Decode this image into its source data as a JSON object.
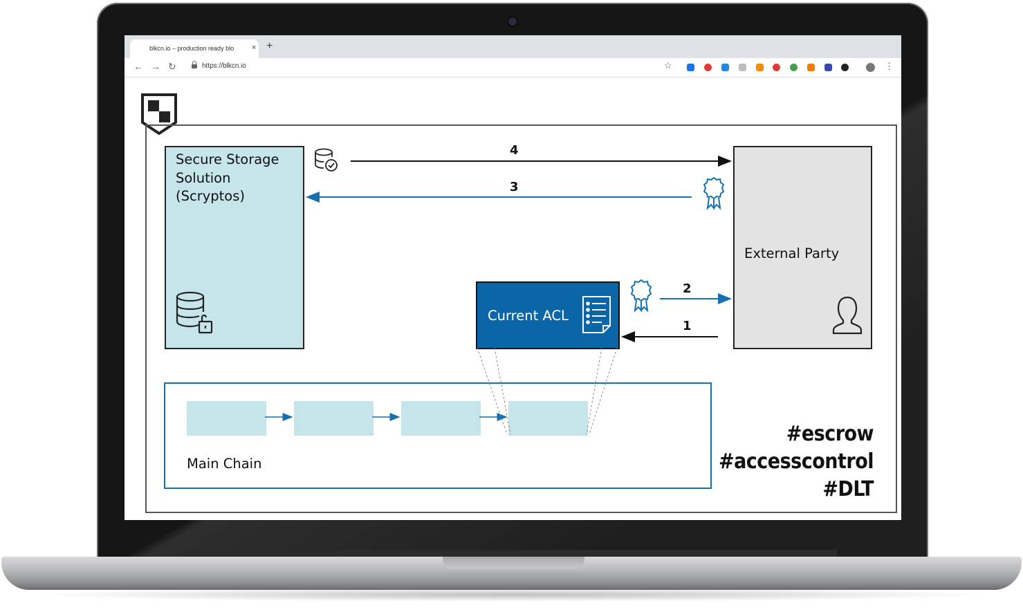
{
  "browser": {
    "tab_title": "blkcn.io – production ready blo",
    "tab_close": "×",
    "new_tab": "+",
    "url": "https://blkcn.io",
    "back": "←",
    "forward": "→",
    "reload": "↻",
    "bookmark": "☆",
    "menu": "⋮",
    "extension_colors": [
      "#1a73e8",
      "#e53935",
      "#1e88e5",
      "#bdbdbd",
      "#fb8c00",
      "#e53935",
      "#43a047",
      "#f57c00",
      "#3949ab",
      "#222222"
    ]
  },
  "diagram": {
    "secure_storage": "Secure Storage\nSolution\n(Scryptos)",
    "external_party": "External Party",
    "current_acl": "Current ACL",
    "main_chain": "Main Chain",
    "steps": [
      "1",
      "2",
      "3",
      "4"
    ],
    "hashtags": [
      "#escrow",
      "#accesscontrol",
      "#DLT"
    ],
    "colors": {
      "accent_blue": "#0b66a8",
      "light_blue": "#c6e5eb",
      "gray": "#e3e3e3"
    }
  }
}
